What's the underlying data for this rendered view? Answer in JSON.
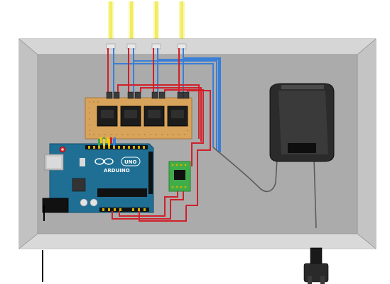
{
  "arduino": {
    "brand_label": "ARDUINO",
    "model_label": "UNO"
  },
  "colors": {
    "enclosure_outer": "#c8c8c8",
    "enclosure_floor": "#a8a8a8",
    "arduino_board": "#1f6f94",
    "relay_pcb": "#d8a35a",
    "relay_body": "#1c1c1c",
    "sensor_board": "#3fae49",
    "adapter_body": "#2b2b2b",
    "wire_red": "#d0202a",
    "wire_blue": "#3a7fd6",
    "lamp_glow": "#f6f48a"
  },
  "components": [
    {
      "name": "lamp"
    },
    {
      "name": "relay-module"
    },
    {
      "name": "arduino-uno"
    },
    {
      "name": "sensor-module"
    },
    {
      "name": "power-adapter"
    },
    {
      "name": "power-plug"
    },
    {
      "name": "dc-jack"
    }
  ]
}
